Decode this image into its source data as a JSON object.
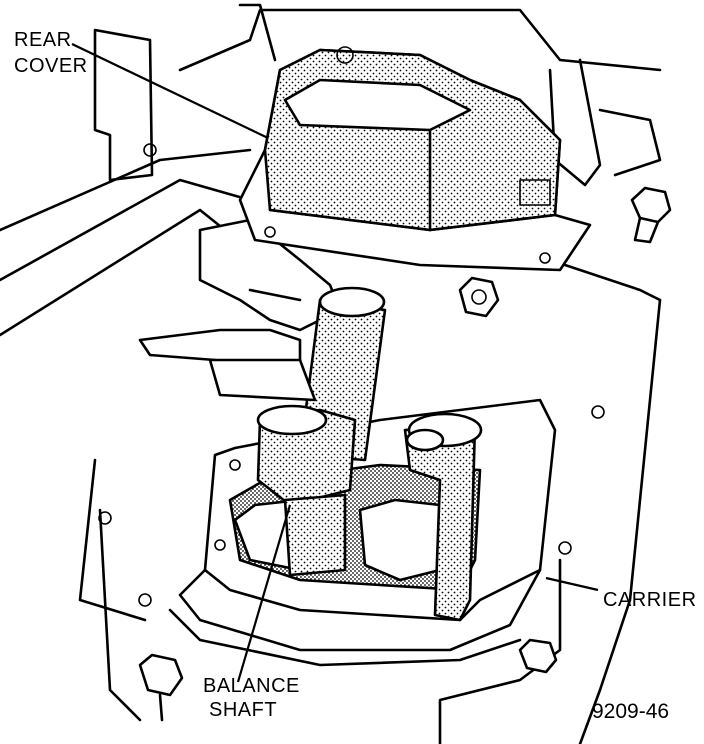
{
  "figure": {
    "number": "9209-46",
    "labels": {
      "rear_cover_line1": "REAR",
      "rear_cover_line2": "COVER",
      "carrier": "CARRIER",
      "balance_shaft_line1": "BALANCE",
      "balance_shaft_line2": "SHAFT"
    }
  },
  "colors": {
    "ink": "#000000",
    "paper": "#ffffff"
  }
}
